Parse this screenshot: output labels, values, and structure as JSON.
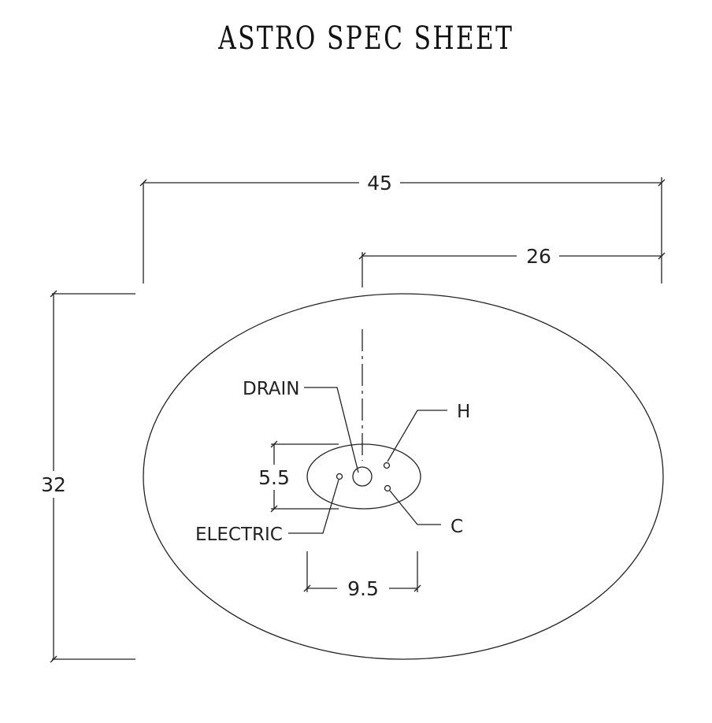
{
  "title": "ASTRO SPEC SHEET",
  "dimensions": {
    "overall_width": "45",
    "drain_offset": "26",
    "overall_depth": "32",
    "plate_depth": "5.5",
    "plate_width": "9.5"
  },
  "labels": {
    "drain": "DRAIN",
    "hot": "H",
    "cold": "C",
    "electric": "ELECTRIC"
  }
}
